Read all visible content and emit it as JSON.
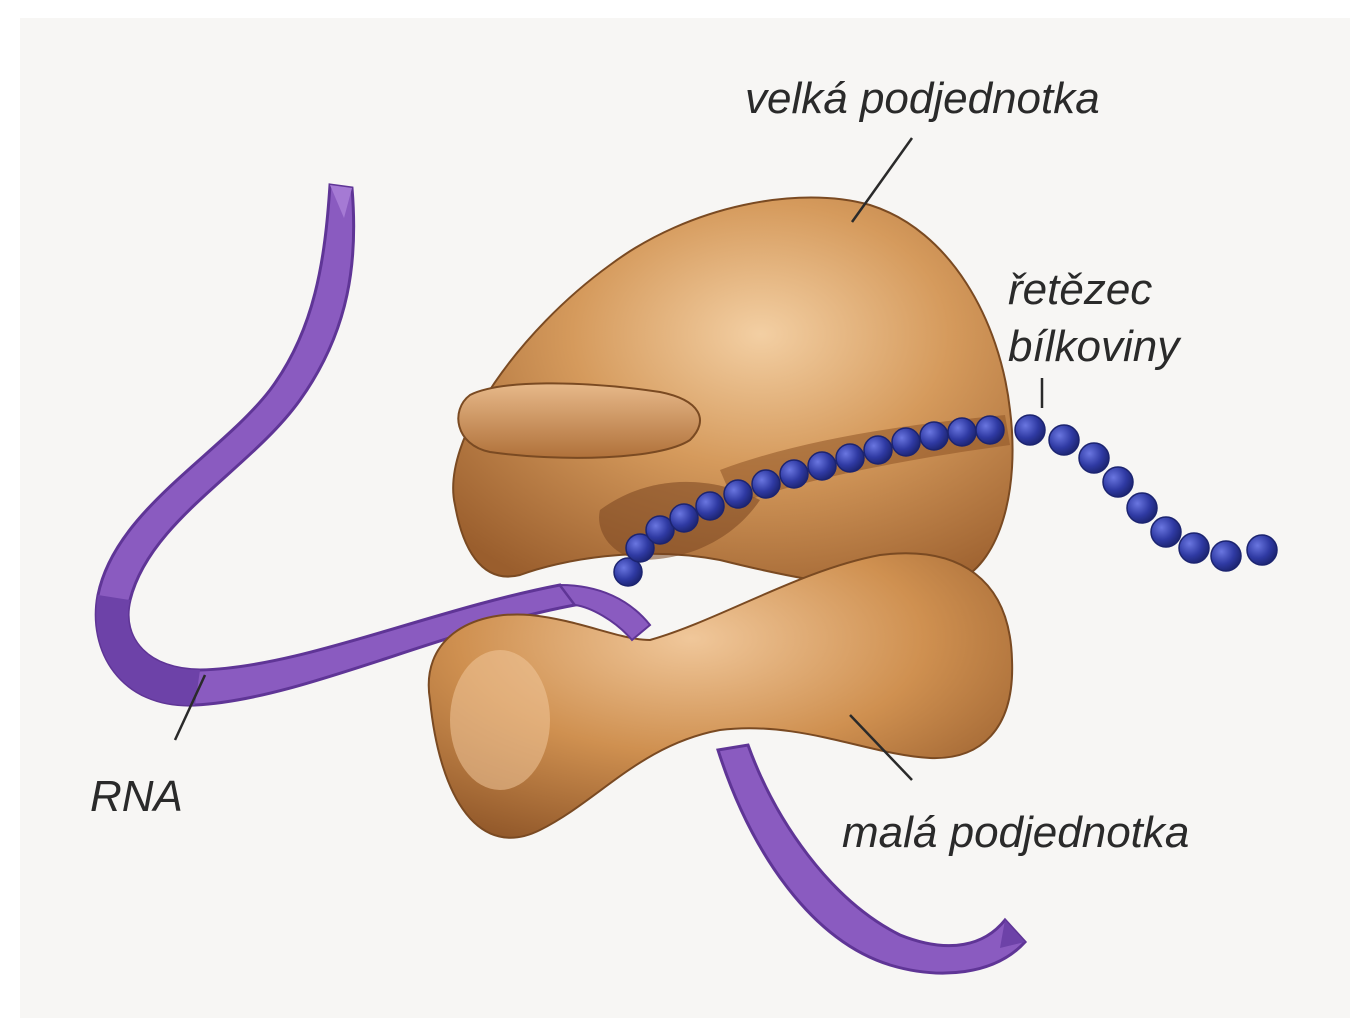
{
  "labels": {
    "large_subunit": "velká podjednotka",
    "protein_chain_line1": "řetězec",
    "protein_chain_line2": "bílkoviny",
    "rna": "RNA",
    "small_subunit": "malá podjednotka"
  },
  "colors": {
    "background": "#f7f6f4",
    "ribosome": "#c98a4e",
    "ribosome_shadow": "#8d5427",
    "ribosome_highlight": "#f0c79a",
    "rna_ribbon": "#8a5bc0",
    "rna_ribbon_dark": "#5f3596",
    "protein_beads": "#2f3aa3",
    "text": "#2a2a2a"
  },
  "icons": {
    "rna": "purple-ribbon",
    "protein_chain": "blue-bead-chain",
    "ribosome": "brown-two-subunit-shape"
  }
}
